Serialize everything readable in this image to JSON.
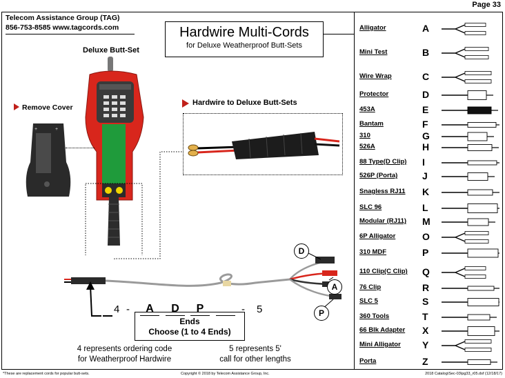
{
  "page": {
    "number": "Page 33"
  },
  "company": {
    "name": "Telecom Assistance Group (TAG)",
    "contact": "856-753-8585  www.tagcords.com"
  },
  "title": {
    "main": "Hardwire Multi-Cords",
    "sub": "for Deluxe Weatherproof Butt-Sets"
  },
  "labels": {
    "deluxe": "Deluxe Butt-Set",
    "remove_cover": "Remove Cover",
    "hardwire_to": "Hardwire to Deluxe Butt-Sets"
  },
  "callouts": {
    "d": "D",
    "a": "A",
    "p": "P"
  },
  "code": {
    "first": "4",
    "dash1": "-",
    "a": "A",
    "d": "D",
    "p": "P",
    "dash2": "-",
    "last": "5",
    "ends": "Ends",
    "choose": "Choose (1  to  4 Ends)"
  },
  "notes": {
    "left_l1": "4 represents ordering code",
    "left_l2": "for Weatherproof Hardwire",
    "right_l1": "5 represents 5'",
    "right_l2": "call for other lengths"
  },
  "footer": {
    "left": "*These are replacement cords for popular butt-sets.",
    "center": "Copyright © 2018 by Telecom Assistance Group, Inc.",
    "right": "2018 Catalog\\Sec-03\\pg33_r05.dsf (12/18/17)"
  },
  "ends": [
    {
      "label": "Alligator",
      "letter": "A"
    },
    {
      "label": "Mini Test",
      "letter": "B"
    },
    {
      "label": "Wire Wrap",
      "letter": "C"
    },
    {
      "label": "Protector",
      "letter": "D"
    },
    {
      "label": "453A",
      "letter": "E"
    },
    {
      "label": "Bantam",
      "letter": "F"
    },
    {
      "label": "310",
      "letter": "G"
    },
    {
      "label": "526A",
      "letter": "H"
    },
    {
      "label": "88 Type(D Clip)",
      "letter": "I"
    },
    {
      "label": "526P (Porta)",
      "letter": "J"
    },
    {
      "label": "Snagless RJ11",
      "letter": "K"
    },
    {
      "label": "SLC 96",
      "letter": "L"
    },
    {
      "label": "Modular (RJ11)",
      "letter": "M"
    },
    {
      "label": "6P Alligator",
      "letter": "O"
    },
    {
      "label": "310 MDF",
      "letter": "P"
    },
    {
      "label": "110 Clip(C Clip)",
      "letter": "Q"
    },
    {
      "label": "76 Clip",
      "letter": "R"
    },
    {
      "label": "SLC 5",
      "letter": "S"
    },
    {
      "label": "360 Tools",
      "letter": "T"
    },
    {
      "label": "66 Blk Adapter",
      "letter": "X"
    },
    {
      "label": "Mini Alligator",
      "letter": "Y"
    },
    {
      "label": "Porta",
      "letter": "Z"
    }
  ],
  "colors": {
    "red": "#d8261c",
    "green": "#1f9b3b",
    "dark": "#3a3a3a"
  }
}
